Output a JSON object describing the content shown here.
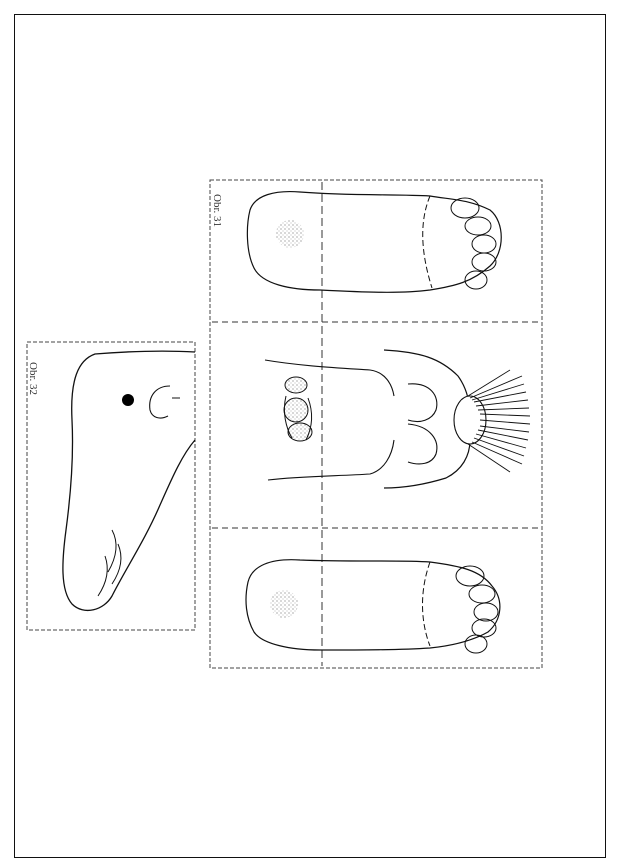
{
  "page": {
    "background": "#ffffff",
    "ink": "#111111"
  },
  "figures": [
    {
      "id": "figure-side-foot",
      "label": "Obr. 32",
      "marker_color": "#000000"
    },
    {
      "id": "figure-feet-body",
      "label": "Obr. 31",
      "stipple_color": "#777777"
    }
  ]
}
